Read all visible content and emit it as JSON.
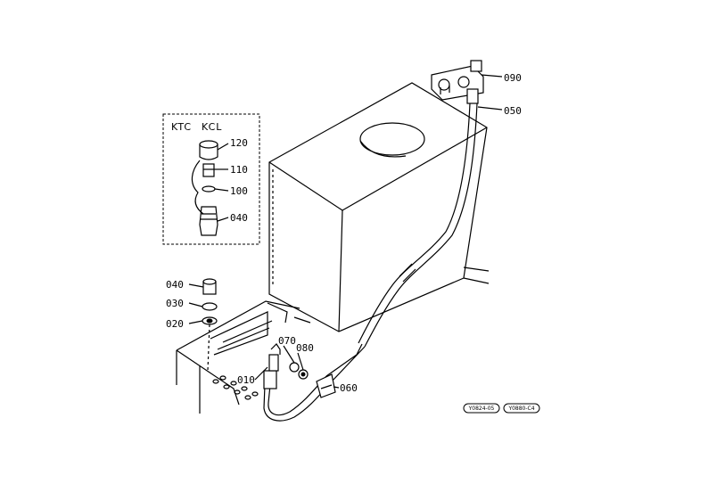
{
  "inset": {
    "header_ktc": "KTC",
    "header_kcl": "KCL"
  },
  "callouts": {
    "p090": "090",
    "p050": "050",
    "p120": "120",
    "p110": "110",
    "p100": "100",
    "p040_inset": "040",
    "p040": "040",
    "p030": "030",
    "p020": "020",
    "p070": "070",
    "p080": "080",
    "p010": "010",
    "p060": "060"
  },
  "codes": {
    "left": "Y0824-05",
    "right": "Y0880-C4"
  }
}
